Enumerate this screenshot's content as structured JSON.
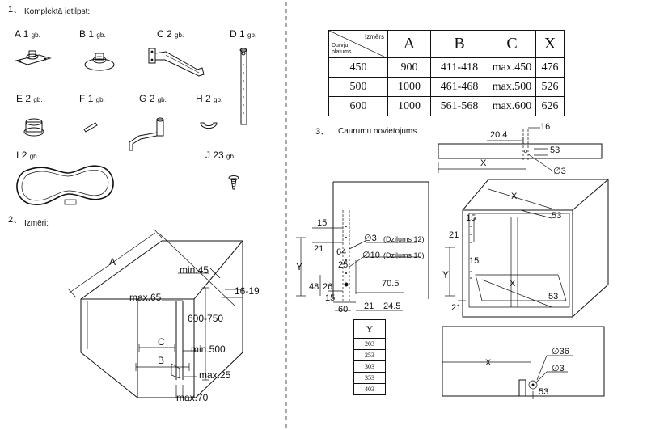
{
  "sections": {
    "s1": {
      "number": "1、",
      "title": "Komplektā ietilpst:"
    },
    "s2": {
      "number": "2、",
      "title": "Izmēri:"
    },
    "s3": {
      "number": "3、",
      "title": "Caurumu novietojums"
    }
  },
  "parts": [
    {
      "letter": "A",
      "qty": "1",
      "unit": "gb."
    },
    {
      "letter": "B",
      "qty": "1",
      "unit": "gb."
    },
    {
      "letter": "C",
      "qty": "2",
      "unit": "gb."
    },
    {
      "letter": "D",
      "qty": "1",
      "unit": "gb."
    },
    {
      "letter": "E",
      "qty": "2",
      "unit": "gb."
    },
    {
      "letter": "F",
      "qty": "1",
      "unit": "gb."
    },
    {
      "letter": "G",
      "qty": "2",
      "unit": "gb."
    },
    {
      "letter": "H",
      "qty": "2",
      "unit": "gb."
    },
    {
      "letter": "I",
      "qty": "2",
      "unit": "gb."
    },
    {
      "letter": "J",
      "qty": "23",
      "unit": "gb."
    }
  ],
  "measures_table": {
    "corner_top": "Izmērs",
    "corner_bottom": "Durvju platums",
    "columns": [
      "A",
      "B",
      "C",
      "X"
    ],
    "rows": [
      {
        "width": "450",
        "A": "900",
        "B": "411-418",
        "C": "max.450",
        "X": "476"
      },
      {
        "width": "500",
        "A": "1000",
        "B": "461-468",
        "C": "max.500",
        "X": "526"
      },
      {
        "width": "600",
        "A": "1000",
        "B": "561-568",
        "C": "max.600",
        "X": "626"
      }
    ]
  },
  "dimensions": {
    "A": "A",
    "B": "B",
    "C": "C",
    "min45": "min.45",
    "max65": "max.65",
    "d1619": "16-19",
    "d600750": "600-750",
    "min500": "min.500",
    "max25": "max.25",
    "max70": "max.70"
  },
  "hole_top": {
    "d204": "20.4",
    "d16": "16",
    "d53": "53",
    "X": "X",
    "phi3": "∅3"
  },
  "hole_detail": {
    "d15": "15",
    "d21": "21",
    "d64": "64",
    "d25": "25",
    "Y": "Y",
    "d48": "48",
    "d26": "26",
    "d15b": "15",
    "d60": "60",
    "d21b": "21",
    "d245": "24.5",
    "d705": "70.5",
    "phi3": "∅3",
    "depth12": "(Dziļums 12)",
    "phi10": "∅10",
    "depth10": "(Dziļums 10)"
  },
  "y_table": {
    "header": "Y",
    "values": [
      "203",
      "253",
      "303",
      "353",
      "403"
    ]
  },
  "cabinet3d": {
    "X": "X",
    "d53": "53",
    "d15": "15",
    "d21": "21",
    "d15b": "15",
    "Y": "Y",
    "X2": "X",
    "d53b": "53",
    "d21b": "21"
  },
  "bottom_view": {
    "X": "X",
    "phi36": "∅36",
    "phi3": "∅3",
    "d53": "53"
  }
}
